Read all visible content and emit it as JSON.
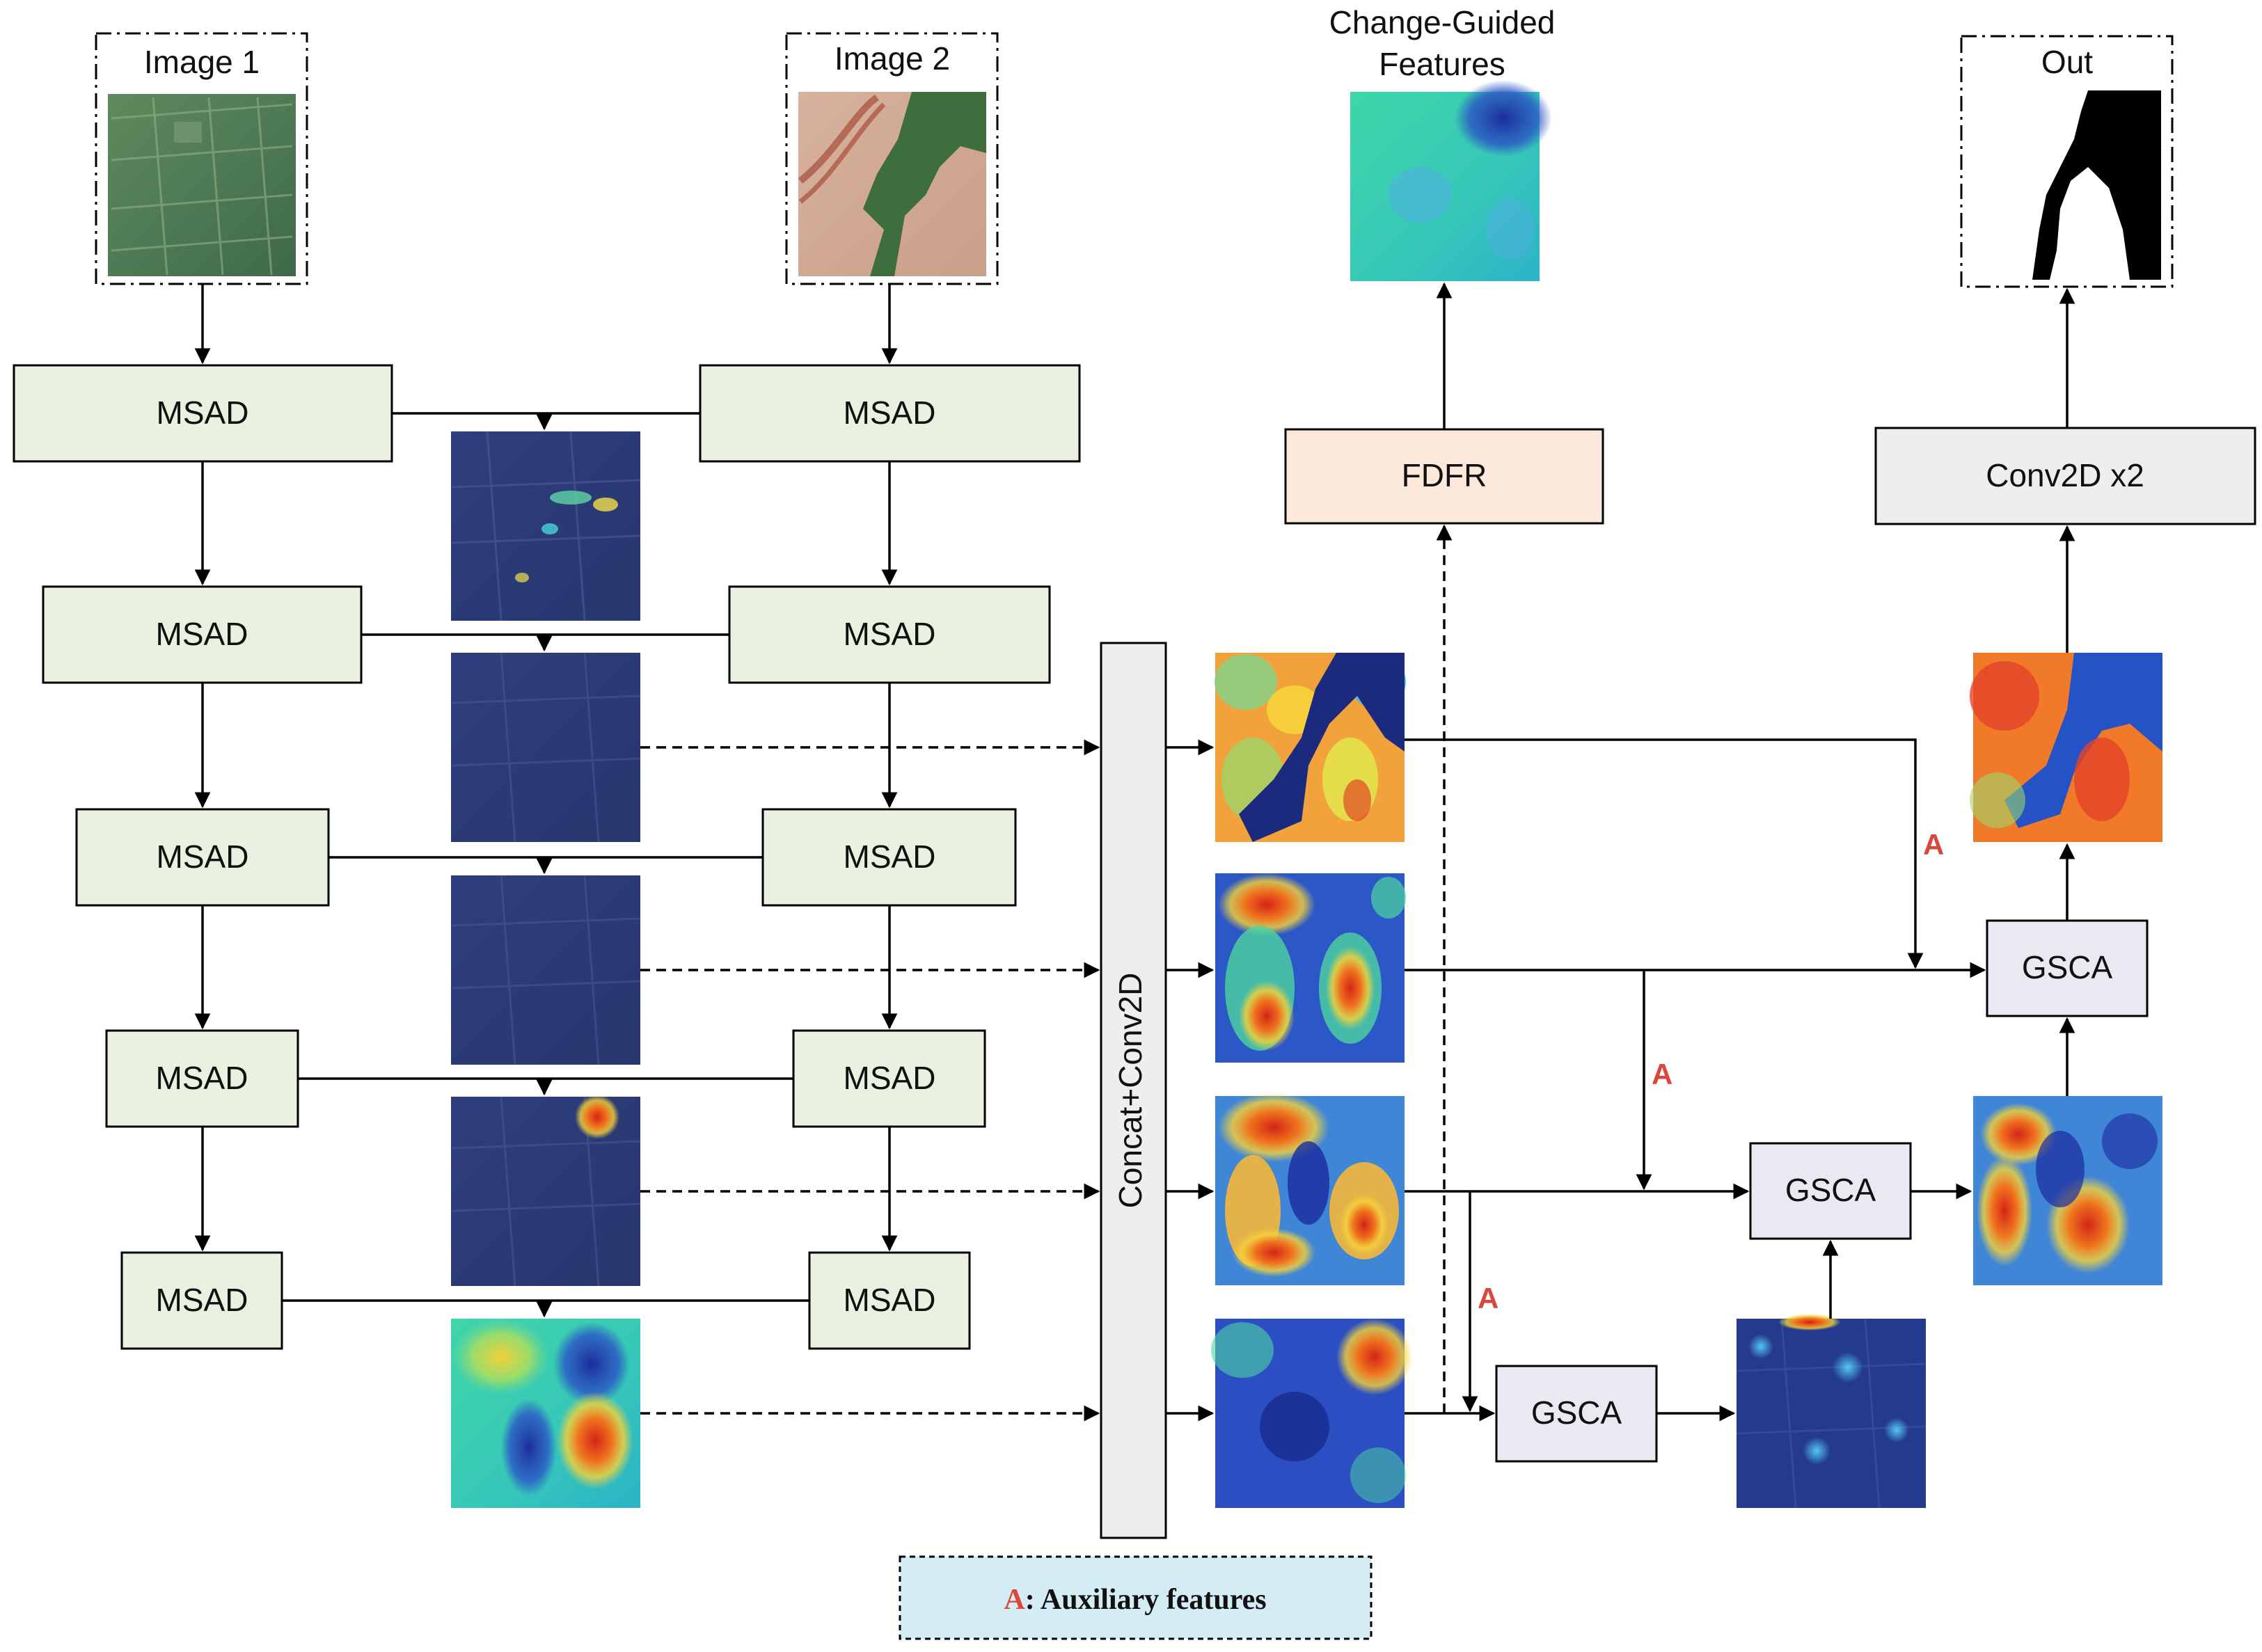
{
  "inputs": {
    "image1_label": "Image 1",
    "image2_label": "Image 2",
    "out_label": "Out"
  },
  "blocks": {
    "msad": "MSAD",
    "concat": "Concat+Conv2D",
    "fdfr": "FDFR",
    "gsca": "GSCA",
    "conv2d": "Conv2D x2"
  },
  "change_guided_label": [
    "Change-Guided",
    "Features"
  ],
  "aux_marker": "A",
  "legend": {
    "marker": "A",
    "text": ": Auxiliary features"
  },
  "colors": {
    "msad_fill": "#e9f2e1",
    "fdfr_fill": "#fde9dc",
    "gsca_fill": "#ece8f1",
    "conv_fill": "#eeeeee",
    "legend_fill": "#d4edf4",
    "aux_marker": "#d9473d"
  }
}
